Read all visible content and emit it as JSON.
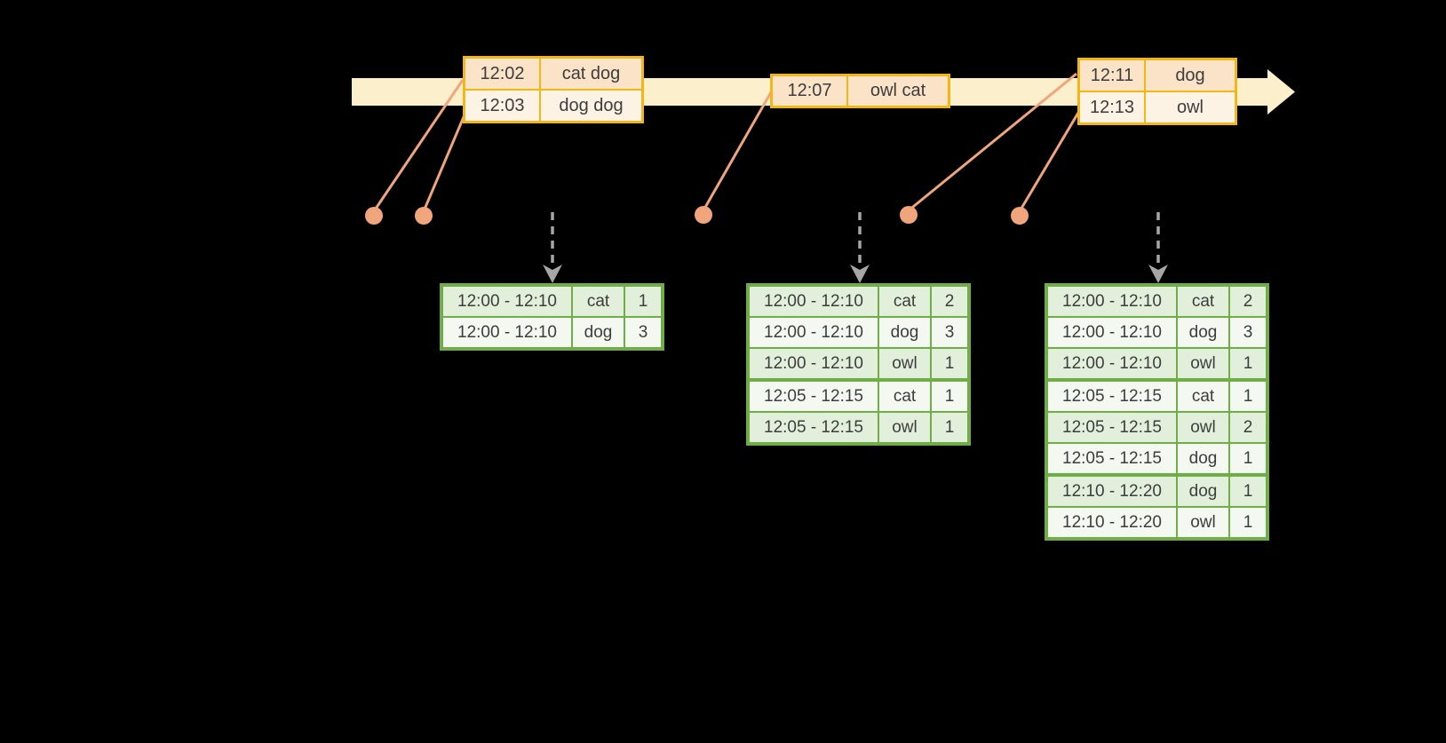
{
  "colors": {
    "bg": "#000000",
    "cream": "#FCEFCB",
    "gold": "#F2B714",
    "peach-dark": "#FAE3C6",
    "peach-light": "#FDF3E5",
    "green": "#6FAD47",
    "green-dark": "#E2EFDA",
    "green-light": "#F3F8F0",
    "salmon": "#F0A57C",
    "gray": "#A6A6A6",
    "ink": "#3D3D3D"
  },
  "timeline": {
    "events": [
      {
        "rows": [
          {
            "time": "12:02",
            "words": "cat dog"
          },
          {
            "time": "12:03",
            "words": "dog dog"
          }
        ]
      },
      {
        "rows": [
          {
            "time": "12:07",
            "words": "owl cat"
          }
        ]
      },
      {
        "rows": [
          {
            "time": "12:11",
            "words": "dog"
          },
          {
            "time": "12:13",
            "words": "owl"
          }
        ]
      }
    ]
  },
  "result_tables": [
    {
      "rows": [
        {
          "window": "12:00 - 12:10",
          "word": "cat",
          "count": "1"
        },
        {
          "window": "12:00 - 12:10",
          "word": "dog",
          "count": "3"
        }
      ]
    },
    {
      "rows": [
        {
          "window": "12:00 - 12:10",
          "word": "cat",
          "count": "2"
        },
        {
          "window": "12:00 - 12:10",
          "word": "dog",
          "count": "3"
        },
        {
          "window": "12:00 - 12:10",
          "word": "owl",
          "count": "1"
        },
        {
          "window": "12:05 - 12:15",
          "word": "cat",
          "count": "1"
        },
        {
          "window": "12:05 - 12:15",
          "word": "owl",
          "count": "1"
        }
      ]
    },
    {
      "rows": [
        {
          "window": "12:00 - 12:10",
          "word": "cat",
          "count": "2"
        },
        {
          "window": "12:00 - 12:10",
          "word": "dog",
          "count": "3"
        },
        {
          "window": "12:00 - 12:10",
          "word": "owl",
          "count": "1"
        },
        {
          "window": "12:05 - 12:15",
          "word": "cat",
          "count": "1"
        },
        {
          "window": "12:05 - 12:15",
          "word": "owl",
          "count": "2"
        },
        {
          "window": "12:05 - 12:15",
          "word": "dog",
          "count": "1"
        },
        {
          "window": "12:10 - 12:20",
          "word": "dog",
          "count": "1"
        },
        {
          "window": "12:10 - 12:20",
          "word": "owl",
          "count": "1"
        }
      ]
    }
  ]
}
